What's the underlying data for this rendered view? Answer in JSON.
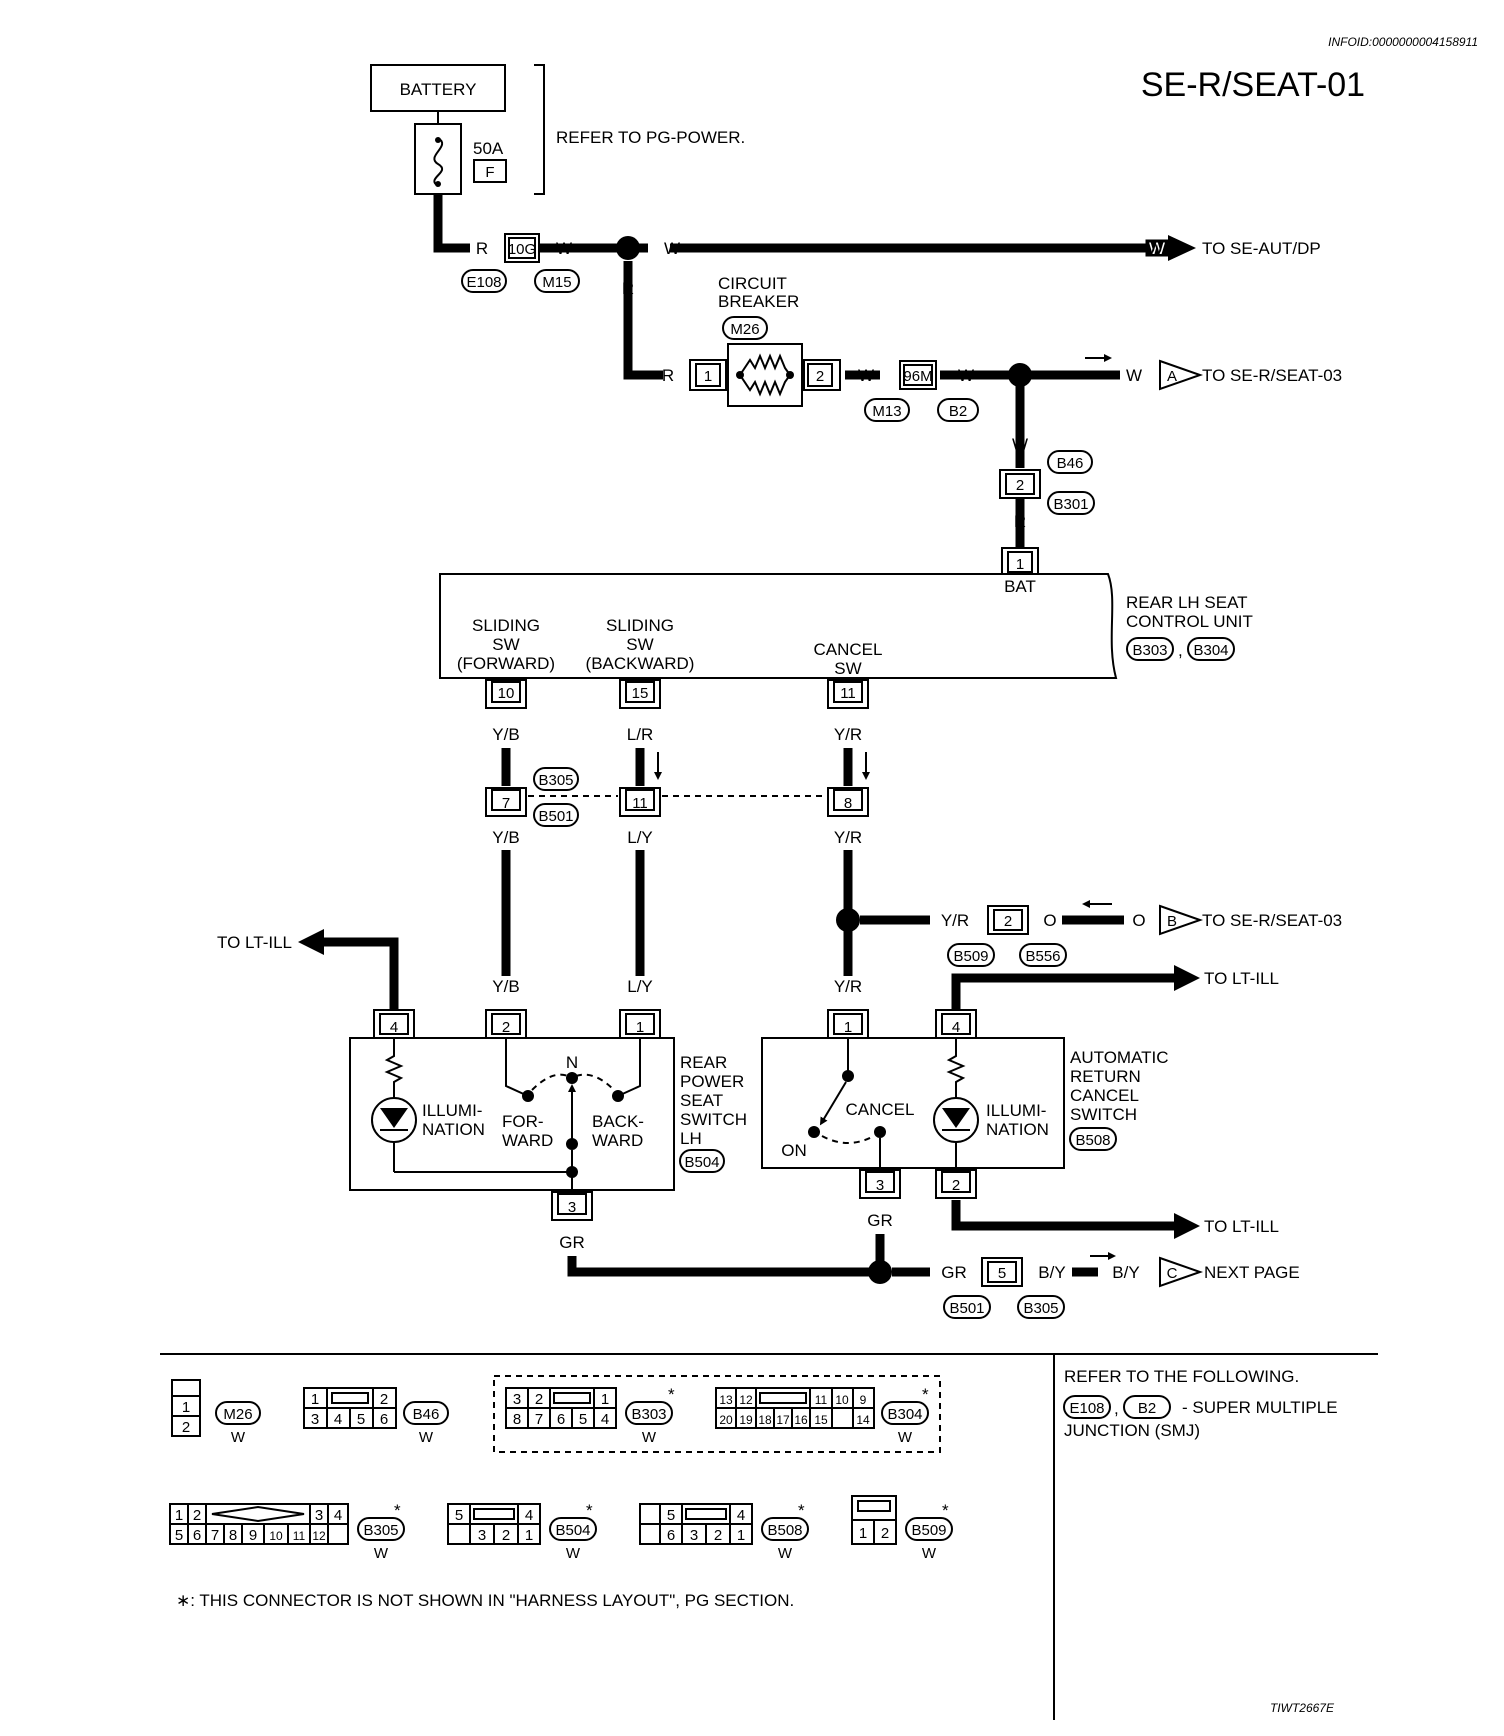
{
  "header": {
    "infoid": "INFOID:0000000004158911",
    "code": "SE-R/SEAT-01",
    "figure_id": "TIWT2667E"
  },
  "power": {
    "battery": "BATTERY",
    "fuse_amp": "50A",
    "fuse_letter": "F",
    "refer": "REFER TO PG-POWER."
  },
  "wires": {
    "R": "R",
    "W": "W",
    "Y/B": "Y/B",
    "L/R": "L/R",
    "Y/R": "Y/R",
    "L/Y": "L/Y",
    "O": "O",
    "GR": "GR",
    "B/Y": "B/Y"
  },
  "connectors": {
    "E108": "E108",
    "M15": "M15",
    "M26": "M26",
    "M13": "M13",
    "B2": "B2",
    "B46": "B46",
    "B301": "B301",
    "B303": "B303",
    "B304": "B304",
    "B305": "B305",
    "B501": "B501",
    "B509": "B509",
    "B556": "B556",
    "B504": "B504",
    "B508": "B508"
  },
  "pins": {
    "p10G": "10G",
    "p96M": "96M",
    "p1": "1",
    "p2": "2",
    "p3": "3",
    "p4": "4",
    "p5": "5",
    "p7": "7",
    "p8": "8",
    "p10": "10",
    "p11": "11",
    "p15": "15"
  },
  "destinations": {
    "se_aut": "TO SE-AUT/DP",
    "seat03": "TO SE-R/SEAT-03",
    "lt_ill": "TO LT-ILL",
    "next": "NEXT PAGE",
    "A": "A",
    "B": "B",
    "C": "C"
  },
  "components": {
    "cb1": "CIRCUIT",
    "cb2": "BREAKER",
    "bat": "BAT",
    "unit1": "REAR LH SEAT",
    "unit2": "CONTROL UNIT",
    "sf1": "SLIDING",
    "sf2": "SW",
    "sf3": "(FORWARD)",
    "sb1": "SLIDING",
    "sb2": "SW",
    "sb3": "(BACKWARD)",
    "cs1": "CANCEL",
    "cs2": "SW",
    "rp1": "REAR",
    "rp2": "POWER",
    "rp3": "SEAT",
    "rp4": "SWITCH",
    "rp5": "LH",
    "ar1": "AUTOMATIC",
    "ar2": "RETURN",
    "ar3": "CANCEL",
    "ar4": "SWITCH",
    "ill1": "ILLUMI-",
    "ill2": "NATION",
    "fw1": "FOR-",
    "fw2": "WARD",
    "bw1": "BACK-",
    "bw2": "WARD",
    "n": "N",
    "cancel": "CANCEL",
    "on": "ON"
  },
  "legend": {
    "m26_pins": [
      "1",
      "2"
    ],
    "b46_pins": [
      "1",
      "2",
      "3",
      "4",
      "5",
      "6"
    ],
    "b303_pins": [
      "3",
      "2",
      "1",
      "8",
      "7",
      "6",
      "5",
      "4"
    ],
    "b304_pins": [
      "13",
      "12",
      "11",
      "10",
      "9",
      "20",
      "19",
      "18",
      "17",
      "16",
      "15",
      "14"
    ],
    "b305_pins": [
      "1",
      "2",
      "3",
      "4",
      "5",
      "6",
      "7",
      "8",
      "9",
      "10",
      "11",
      "12"
    ],
    "b504_pins": [
      "5",
      "4",
      "3",
      "2",
      "1"
    ],
    "b508_pins": [
      "5",
      "4",
      "6",
      "3",
      "2",
      "1"
    ],
    "b509_pins": [
      "1",
      "2"
    ],
    "color_w": "W",
    "star": "*",
    "note": "∗: THIS CONNECTOR IS NOT SHOWN IN \"HARNESS LAYOUT\", PG SECTION.",
    "refer1": "REFER TO THE FOLLOWING.",
    "refer_e108": "E108",
    "refer_comma": ",",
    "refer_b2": "B2",
    "refer2": "- SUPER MULTIPLE",
    "refer3": "JUNCTION (SMJ)"
  }
}
